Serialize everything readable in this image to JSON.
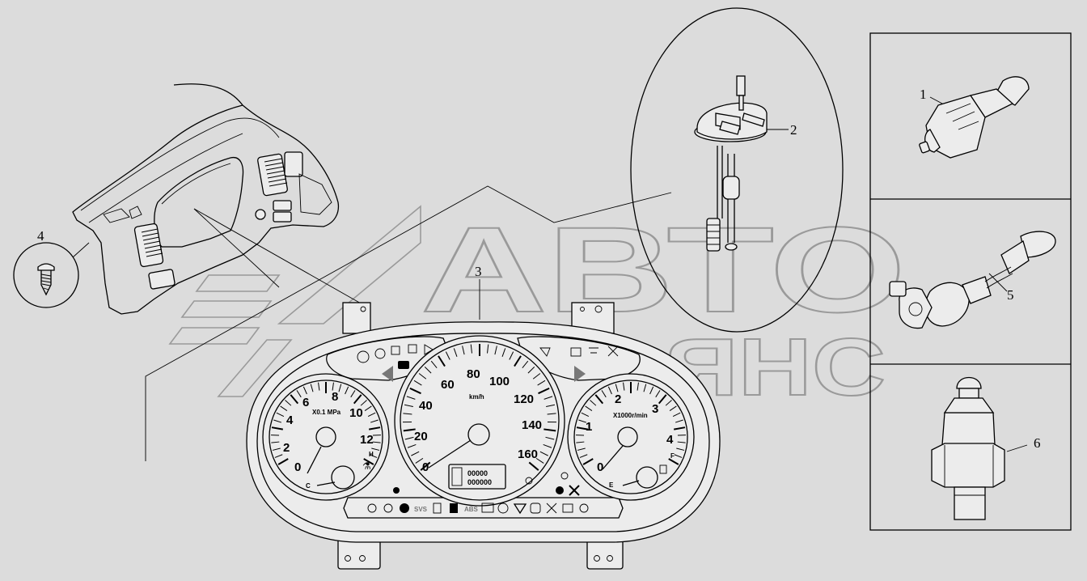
{
  "watermark": {
    "line1": "АВТО",
    "line2": "АЛЬЯНС"
  },
  "callouts": {
    "p1": "1",
    "p2": "2",
    "p3": "3",
    "p4": "4",
    "p5": "5",
    "p6": "6"
  },
  "pressure_gauge": {
    "unit": "X0.1 MPa",
    "ticks": [
      "0",
      "2",
      "4",
      "6",
      "8",
      "10",
      "12"
    ],
    "temp_low": "C",
    "temp_high": "H"
  },
  "speedometer": {
    "unit": "km/h",
    "ticks": [
      "0",
      "20",
      "40",
      "60",
      "80",
      "100",
      "120",
      "140",
      "160"
    ],
    "odometer_line1": "00000",
    "odometer_line2": "000000"
  },
  "tachometer": {
    "unit": "X1000r/min",
    "ticks": [
      "0",
      "1",
      "2",
      "3",
      "4"
    ],
    "fuel_empty": "E",
    "fuel_full": "F"
  },
  "warning_text": {
    "svs": "SVS",
    "abs": "ABS"
  }
}
